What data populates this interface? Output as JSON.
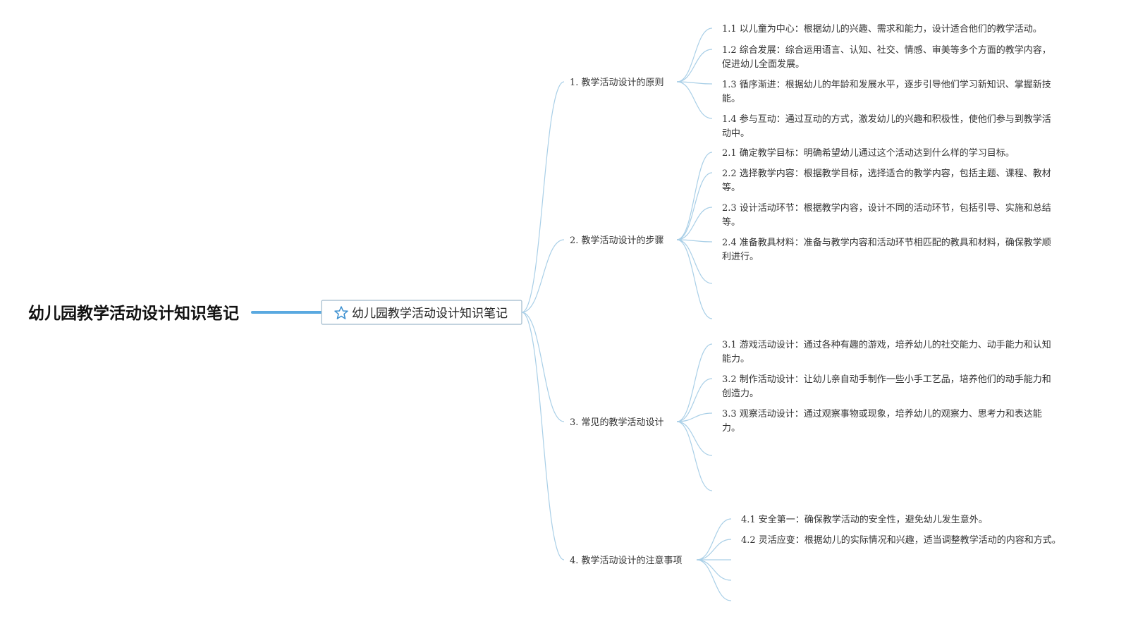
{
  "title": "幼儿园教学活动设计知识笔记",
  "center": {
    "label": "幼儿园教学活动设计知识笔记",
    "icon": "star-icon"
  },
  "colors": {
    "accent": "#5aa9e0",
    "link": "#a9cfe7",
    "center_border": "#9fb9cc"
  },
  "branches": [
    {
      "label": "1. 教学活动设计的原则",
      "children": [
        {
          "lines": [
            "1.1 以儿童为中心：根据幼儿的兴趣、需求和能力，设计适合他们的教学活动。"
          ]
        },
        {
          "lines": [
            "1.2 综合发展：综合运用语言、认知、社交、情感、审美等多个方面的教学内容，",
            "促进幼儿全面发展。"
          ]
        },
        {
          "lines": [
            "1.3 循序渐进：根据幼儿的年龄和发展水平，逐步引导他们学习新知识、掌握新技",
            "能。"
          ]
        },
        {
          "lines": [
            "1.4 参与互动：通过互动的方式，激发幼儿的兴趣和积极性，使他们参与到教学活",
            "动中。"
          ]
        }
      ]
    },
    {
      "label": "2. 教学活动设计的步骤",
      "children": [
        {
          "lines": [
            "2.1 确定教学目标：明确希望幼儿通过这个活动达到什么样的学习目标。"
          ]
        },
        {
          "lines": [
            "2.2 选择教学内容：根据教学目标，选择适合的教学内容，包括主题、课程、教材",
            "等。"
          ]
        },
        {
          "lines": [
            "2.3 设计活动环节：根据教学内容，设计不同的活动环节，包括引导、实施和总结",
            "等。"
          ]
        },
        {
          "lines": [
            "2.4 准备教具材料：准备与教学内容和活动环节相匹配的教具和材料，确保教学顺",
            "利进行。"
          ]
        },
        {
          "lines": []
        },
        {
          "lines": []
        }
      ]
    },
    {
      "label": "3. 常见的教学活动设计",
      "children": [
        {
          "lines": [
            "3.1 游戏活动设计：通过各种有趣的游戏，培养幼儿的社交能力、动手能力和认知",
            "能力。"
          ]
        },
        {
          "lines": [
            "3.2 制作活动设计：让幼儿亲自动手制作一些小手工艺品，培养他们的动手能力和",
            "创造力。"
          ]
        },
        {
          "lines": [
            "3.3 观察活动设计：通过观察事物或现象，培养幼儿的观察力、思考力和表达能",
            "力。"
          ]
        },
        {
          "lines": []
        },
        {
          "lines": []
        }
      ]
    },
    {
      "label": "4. 教学活动设计的注意事项",
      "children": [
        {
          "lines": [
            "4.1 安全第一：确保教学活动的安全性，避免幼儿发生意外。"
          ]
        },
        {
          "lines": [
            "4.2 灵活应变：根据幼儿的实际情况和兴趣，适当调整教学活动的内容和方式。"
          ]
        },
        {
          "lines": []
        },
        {
          "lines": []
        },
        {
          "lines": []
        }
      ]
    }
  ]
}
